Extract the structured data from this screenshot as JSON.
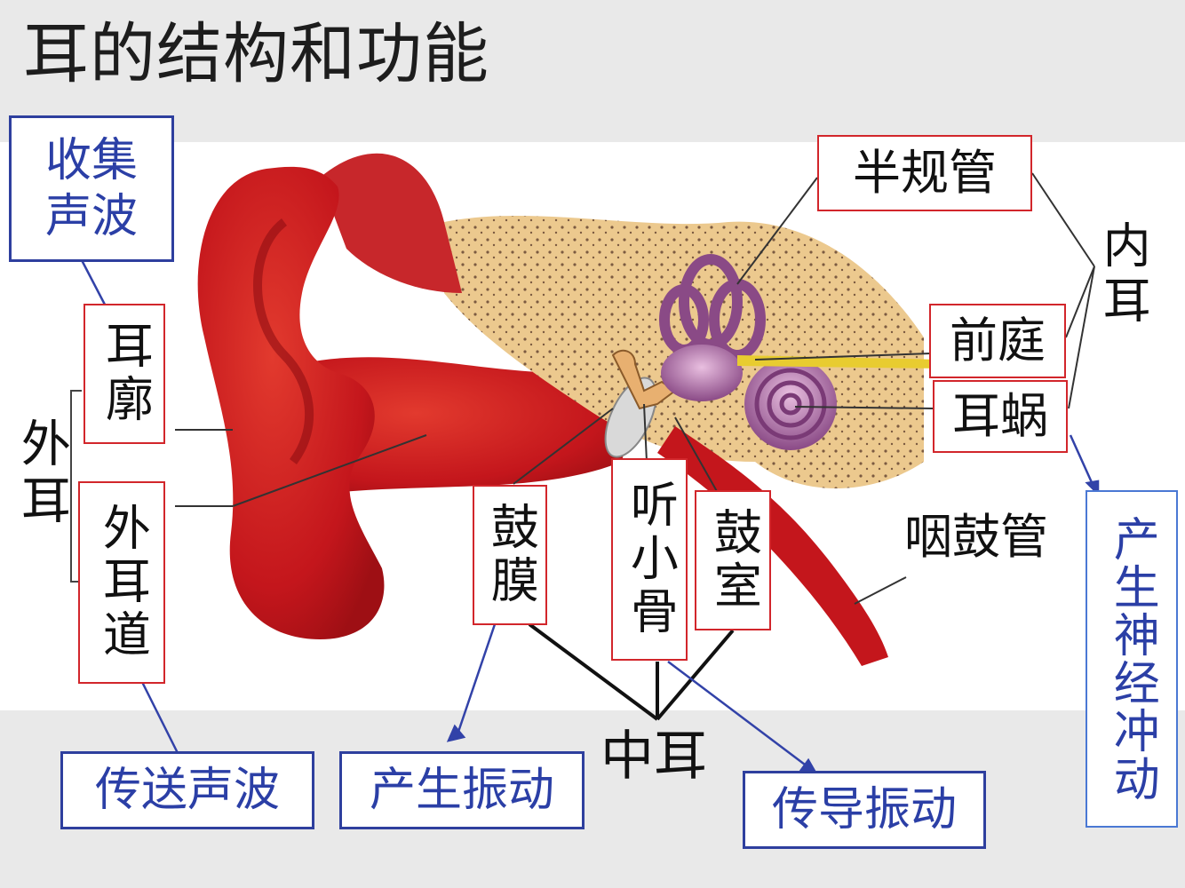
{
  "title": "耳的结构和功能",
  "labels": {
    "er_kuo": "耳廓",
    "wai_er_dao": "外耳道",
    "wai_er": "外耳",
    "gu_mo": "鼓膜",
    "ting_xiao_gu": "听小骨",
    "gu_shi": "鼓室",
    "zhong_er": "中耳",
    "ban_gui_guan": "半规管",
    "qian_ting": "前庭",
    "er_wo": "耳蜗",
    "nei_er": "内耳",
    "yan_gu_guan": "咽鼓管"
  },
  "functions": {
    "collect": "收集声波",
    "transmit_sound": "传送声波",
    "produce_vibration": "产生振动",
    "conduct_vibration": "传导振动",
    "nerve_impulse": "产生神经冲动"
  },
  "colors": {
    "label_border": "#d2262b",
    "function_border": "#2e3f9e",
    "function_text": "#2b3fa6",
    "ear_red": "#c4161c",
    "bone": "#ecc98e"
  }
}
